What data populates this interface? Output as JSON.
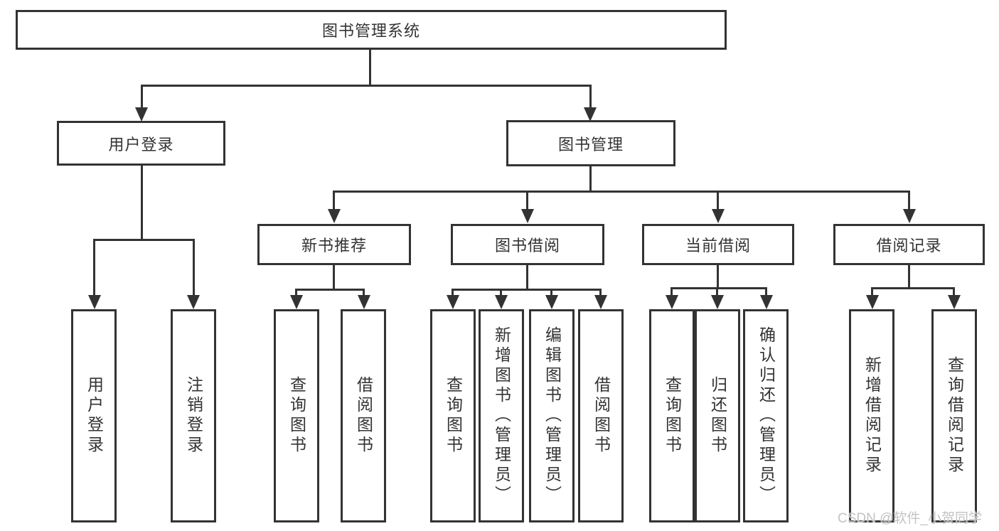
{
  "diagram": {
    "type": "tree",
    "title": "图书管理系统",
    "colors": {
      "line": "#333333",
      "text": "#333333",
      "background": "#ffffff",
      "watermark": "#c3c3c3"
    },
    "tree": {
      "root": "图书管理系统",
      "branches": [
        {
          "label": "用户登录",
          "leaves": [
            "用户登录",
            "注销登录"
          ]
        },
        {
          "label": "图书管理",
          "sections": [
            {
              "label": "新书推荐",
              "leaves": [
                "查询图书",
                "借阅图书"
              ]
            },
            {
              "label": "图书借阅",
              "leaves": [
                "查询图书",
                "新增图书（管理员）",
                "编辑图书（管理员）",
                "借阅图书"
              ]
            },
            {
              "label": "当前借阅",
              "leaves": [
                "查询图书",
                "归还图书",
                "确认归还（管理员）"
              ]
            },
            {
              "label": "借阅记录",
              "leaves": [
                "新增借阅记录",
                "查询借阅记录"
              ]
            }
          ]
        }
      ]
    },
    "watermark": "CSDN @软件_小贺同学"
  }
}
